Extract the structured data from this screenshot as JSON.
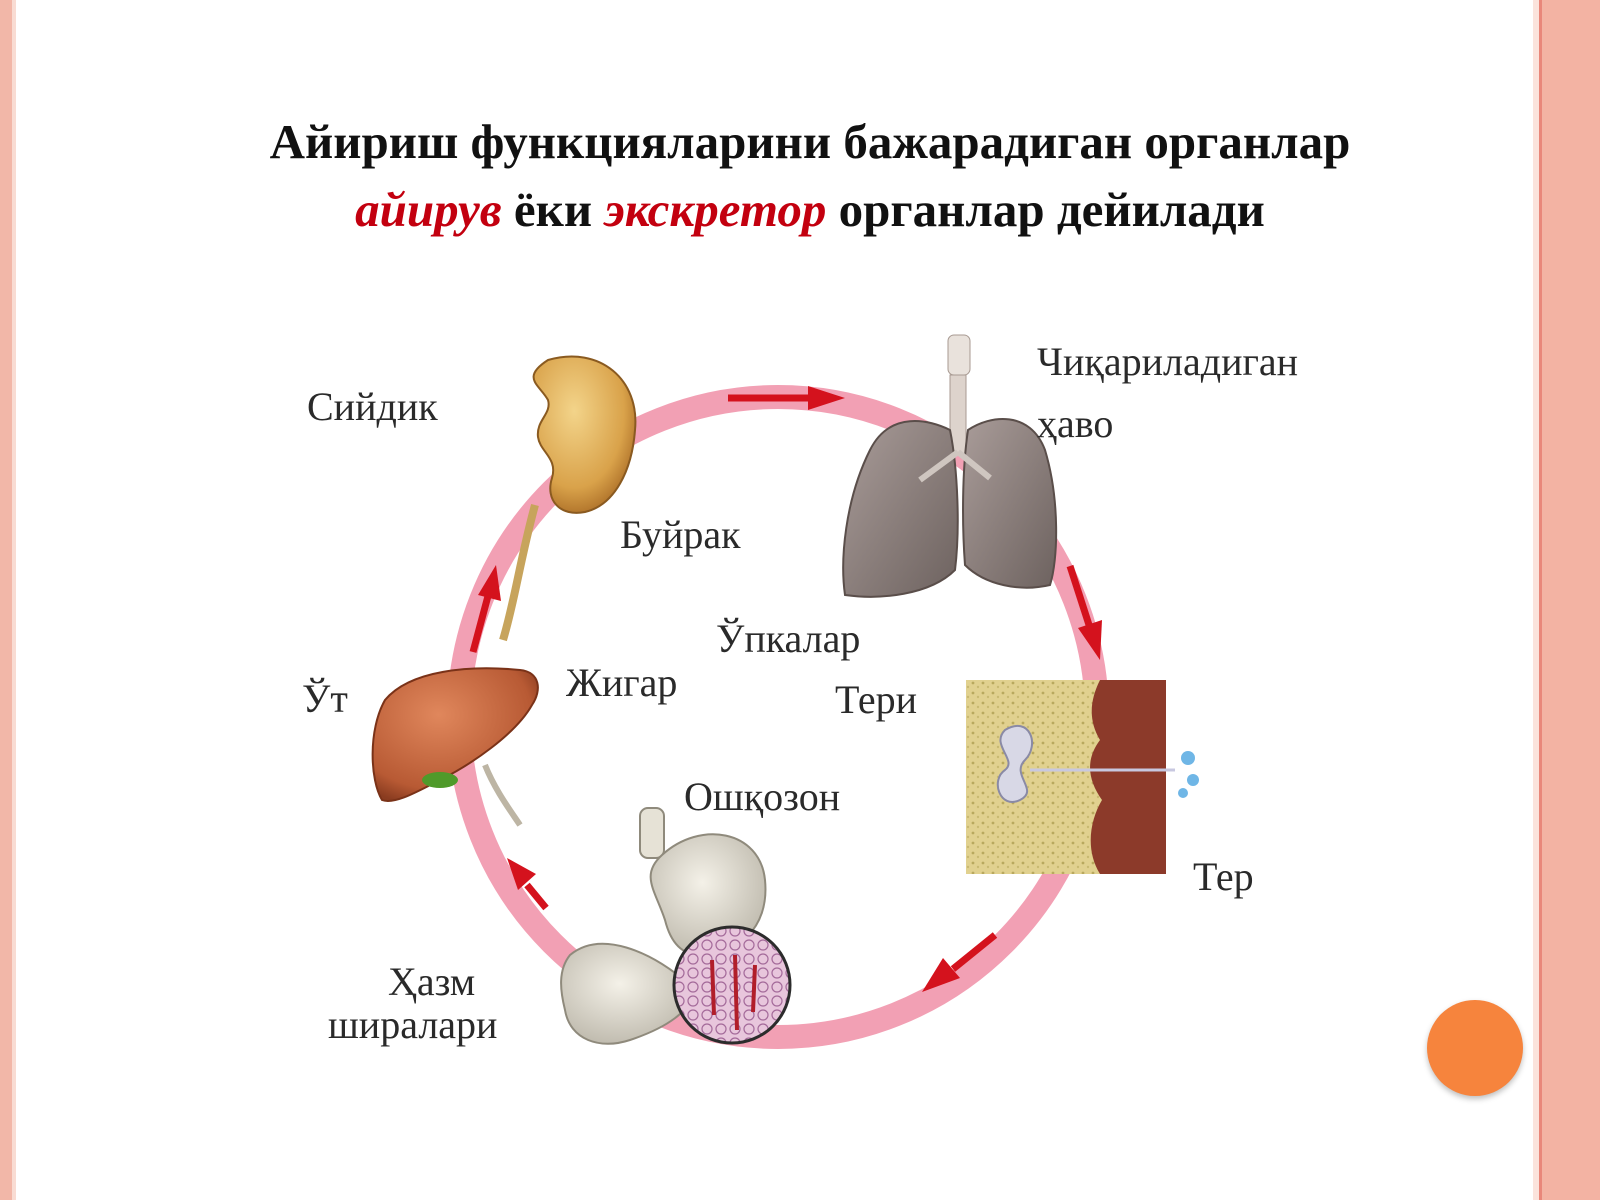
{
  "title": {
    "line1": "Айириш функцияларини бажарадиган органлар",
    "w1": "айирув",
    "w2": " ёки ",
    "w3": "экскретор",
    "w4": " органлар дейилади"
  },
  "diagram": {
    "labels": {
      "siydik": "Сийдик",
      "buyrak": "Буйрак",
      "chiqariladigan": "Чиқариладиган",
      "havo": "ҳаво",
      "upkalar": "Ўпкалар",
      "jigar": "Жигар",
      "ut": "Ўт",
      "teri": "Тери",
      "oshqozon": "Ошқозон",
      "ter": "Тер",
      "hazm": "Ҳазм",
      "shiralari": "шиpалари"
    }
  },
  "colors": {
    "ring": "#f2a0b4",
    "arrow": "#d4121d",
    "accent_text": "#c3000f",
    "border": "#f3b3a3",
    "dot": "#f6843d"
  }
}
